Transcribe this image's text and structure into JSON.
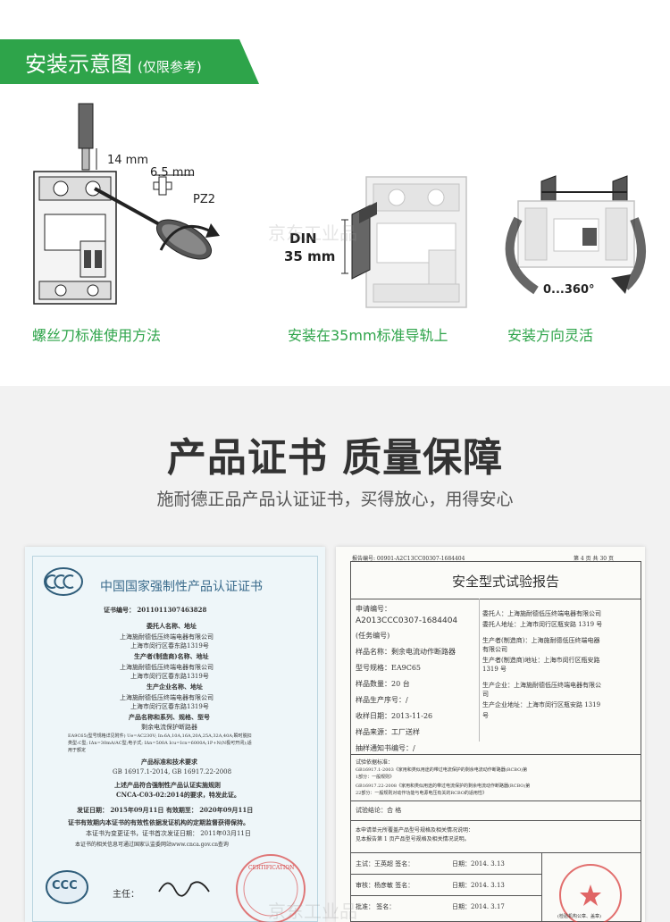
{
  "banner": {
    "title": "安装示意图",
    "note": "(仅限参考)",
    "color": "#2ea44a"
  },
  "figures": {
    "screwdriver": {
      "caption": "螺丝刀标准使用方法",
      "dim_strip": "14 mm",
      "dim_blade": "6.5 mm",
      "bit": "PZ2"
    },
    "rail": {
      "caption": "安装在35mm标准导轨上",
      "rail_label_1": "DIN",
      "rail_label_2": "35 mm"
    },
    "rotate": {
      "caption": "安装方向灵活",
      "angle": "0...360°"
    }
  },
  "watermark": "京东工业品",
  "cert": {
    "title": "产品证书 质量保障",
    "subtitle": "施耐德正品产品认证证书，买得放心，用得安心"
  },
  "ccc_doc": {
    "title": "中国国家强制性产品认证证书",
    "cert_no": "证书编号： 2011011307463828",
    "sec1": "委托人名称、地址",
    "l1a": "上海施耐德低压终端电器有限公司",
    "l1b": "上海市闵行区春东路1319号",
    "sec2": "生产者(制造商)名称、地址",
    "l2a": "上海施耐德低压终端电器有限公司",
    "l2b": "上海市闵行区春东路1319号",
    "sec3": "生产企业名称、地址",
    "l3a": "上海施耐德低压终端电器有限公司",
    "l3b": "上海市闵行区春东路1319号",
    "sec4": "产品名称和系列、规格、型号",
    "l4a": "剩余电流保护断路器",
    "l4b": "EA9C65(型号规格详见附件) Ue=AC230V; In:6A,10A,16A,20A,25A,32A,40A;瞬时脱扣",
    "l4c": "类型:C型; IΔn=30mA/AC型;电子式; IΔn=500A Icu=Icn=6000A;1P+N(N极可开闭);适",
    "l4d": "用于额定",
    "sec5": "产品标准和技术要求",
    "l5a": "GB 16917.1-2014, GB 16917.22-2008",
    "sec6": "上述产品符合强制性产品认证实施规则",
    "l6a": "CNCA-C03-02:2014的要求，特发此证。",
    "dates": "发证日期： 2015年09月11日        有效期至： 2020年09月11日",
    "l7a": "证书有效期内本证书的有效性依据发证机构的定期监督获得保持。",
    "l7b": "本证书为变更证书，证书首次发证日期： 2011年03月11日",
    "l7c": "本证书的相关信息可通过国家认监委网站www.cnca.gov.cn查询",
    "chair_label": "主任：",
    "logo": "CCC",
    "seal_text": "CERTIFICATION"
  },
  "report_doc": {
    "header_no": "报告编号: 00901-A2C13CC00307-1684404",
    "page": "第 4 页    共 30 页",
    "title": "安全型式试验报告",
    "apply_no_label": "申请编号：",
    "apply_no": "A2013CCC0307-1684404",
    "task_no": "(任务编号)",
    "sample_name": "样品名称：剩余电流动作断路器",
    "model": "型号规格：EA9C65",
    "qty": "样品数量：20 台",
    "serial": "样品生产序号：/",
    "received": "收样日期：2013-11-26",
    "source": "样品来源：工厂送样",
    "notice": "抽样通知书编号：/",
    "client": "委托人：上海施耐德低压终端电器有限公司",
    "client_addr": "委托人地址：上海市闵行区瓶安路 1319 号",
    "maker1": "生产者(制造商)：上海施耐德低压终端电器",
    "maker1b": "有限公司",
    "maker2": "生产者(制造商)地址：上海市闵行区瓶安路",
    "maker2b": "1319 号",
    "factory1": "生产企业：上海施耐德低压终端电器有限公",
    "factory1b": "司",
    "factory2": "生产企业地址：上海市闵行区瓶安路 1319",
    "factory2b": "号",
    "basis_label": "试验依据标准：",
    "basis1": "GB16917.1-2003《家用和类似用途的带过电流保护的剩余电流动作断路器(RCBO)第",
    "basis1b": "1部分：一般规则》",
    "basis2": "GB16917.22-2008《家用和类似用途的带过电流保护的剩余电流动作断路器(RCBO)第",
    "basis2b": "22部分：一般规则对动作功能与电源电压有关的RCBO的适用性》",
    "conclusion": "试验结论：合 格",
    "remark1": "本申请单元所覆盖产品型号规格及相关情况说明：",
    "remark2": "见本报告第 1 页产品型号规格及相关情况说明。",
    "sig1_label": "主试：王英超   签名：",
    "sig1_date": "日期：2014. 3.13",
    "sig2_label": "审核：杨彦敏   签名：",
    "sig2_date": "日期：2014. 3.13",
    "sig3_label": "批准：    签名：",
    "sig3_date": "日期：2014. 3.17",
    "seal_note": "(检验机构公章、盖章)"
  }
}
